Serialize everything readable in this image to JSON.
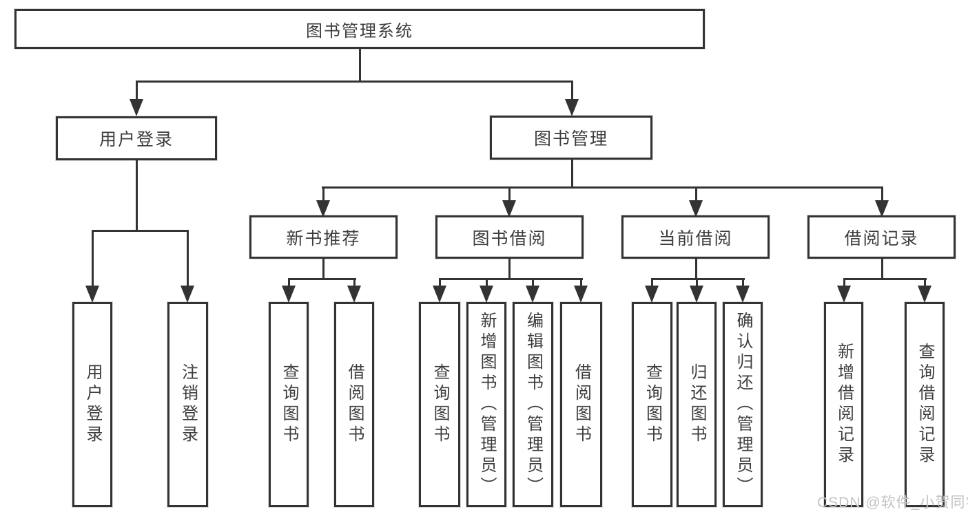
{
  "diagram": {
    "title_node_is_root": true,
    "root": {
      "label": "图书管理系统"
    },
    "level2": [
      {
        "id": "user-login",
        "label": "用户登录"
      },
      {
        "id": "book-management",
        "label": "图书管理"
      }
    ],
    "level3": [
      {
        "id": "new-book-recommend",
        "label": "新书推荐",
        "parent": "book-management"
      },
      {
        "id": "book-borrowing",
        "label": "图书借阅",
        "parent": "book-management"
      },
      {
        "id": "current-borrowing",
        "label": "当前借阅",
        "parent": "book-management"
      },
      {
        "id": "borrowing-records",
        "label": "借阅记录",
        "parent": "book-management"
      }
    ],
    "leaves": [
      {
        "label": "用户登录",
        "parent": "user-login"
      },
      {
        "label": "注销登录",
        "parent": "user-login"
      },
      {
        "label": "查询图书",
        "parent": "new-book-recommend"
      },
      {
        "label": "借阅图书",
        "parent": "new-book-recommend"
      },
      {
        "label": "查询图书",
        "parent": "book-borrowing"
      },
      {
        "label": "新增图书（管理员）",
        "parent": "book-borrowing"
      },
      {
        "label": "编辑图书（管理员）",
        "parent": "book-borrowing"
      },
      {
        "label": "借阅图书",
        "parent": "book-borrowing"
      },
      {
        "label": "查询图书",
        "parent": "current-borrowing"
      },
      {
        "label": "归还图书",
        "parent": "current-borrowing"
      },
      {
        "label": "确认归还（管理员）",
        "parent": "current-borrowing"
      },
      {
        "label": "新增借阅记录",
        "parent": "borrowing-records"
      },
      {
        "label": "查询借阅记录",
        "parent": "borrowing-records"
      }
    ],
    "watermark": "CSDN @软件_小贺同学",
    "colors": {
      "line": "#333333",
      "text": "#3d3d3d",
      "background": "#ffffff",
      "watermark": "#c3c3c3"
    }
  }
}
